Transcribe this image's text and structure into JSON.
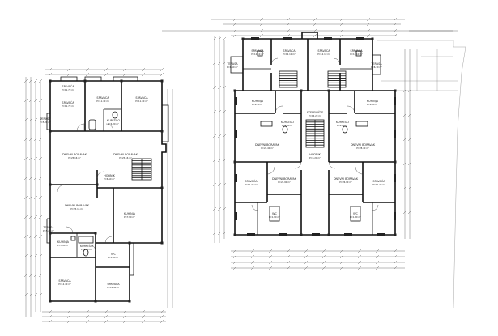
{
  "left_plan": {
    "room_labels": [
      {
        "name": "SPAVAĆA",
        "area": "P=11.70 m²"
      },
      {
        "name": "SPAVAĆA",
        "area": "P=11.70 m²"
      },
      {
        "name": "SPAVAĆA",
        "area": "P=11.70 m²"
      },
      {
        "name": "SPAVAĆA",
        "area": "P=11.70 m²"
      },
      {
        "name": "DNEVNI BORAVAK",
        "area": "P=25.16 m²"
      },
      {
        "name": "DNEVNI BORAVAK",
        "area": "P=25.16 m²"
      },
      {
        "name": "DNEVNI BORAVAK",
        "area": "P=25.16 m²"
      },
      {
        "name": "KUPATILO",
        "area": "P=4.20 m²"
      },
      {
        "name": "KUPATILO",
        "area": "P=4.20 m²"
      },
      {
        "name": "HODNIK",
        "area": "P=6.10 m²"
      },
      {
        "name": "TERASA",
        "area": "P=5.20 m²"
      },
      {
        "name": "TERASA",
        "area": "P=5.20 m²"
      },
      {
        "name": "SPAVAĆA",
        "area": "P=12.40 m²"
      },
      {
        "name": "SPAVAĆA",
        "area": "P=12.40 m²"
      },
      {
        "name": "KUHINJA",
        "area": "P=7.80 m²"
      },
      {
        "name": "KUHINJA",
        "area": "P=7.80 m²"
      },
      {
        "name": "WC",
        "area": "P=1.60 m²"
      }
    ]
  },
  "right_plan": {
    "room_labels": [
      {
        "name": "SPAVAĆA",
        "area": "P=12.10 m²"
      },
      {
        "name": "SPAVAĆA",
        "area": "P=12.10 m²"
      },
      {
        "name": "SPAVAĆA",
        "area": "P=12.10 m²"
      },
      {
        "name": "SPAVAĆA",
        "area": "P=12.10 m²"
      },
      {
        "name": "DNEVNI BORAVAK",
        "area": "P=28.40 m²"
      },
      {
        "name": "DNEVNI BORAVAK",
        "area": "P=28.40 m²"
      },
      {
        "name": "HODNIK",
        "area": "P=8.20 m²"
      },
      {
        "name": "KUPATILO",
        "area": "P=4.60 m²"
      },
      {
        "name": "KUPATILO",
        "area": "P=4.60 m²"
      },
      {
        "name": "KUHINJA",
        "area": "P=9.30 m²"
      },
      {
        "name": "KUHINJA",
        "area": "P=9.30 m²"
      },
      {
        "name": "TERASA",
        "area": "P=6.10 m²"
      },
      {
        "name": "TERASA",
        "area": "P=6.10 m²"
      },
      {
        "name": "SPAVAĆA",
        "area": "P=11.40 m²"
      },
      {
        "name": "SPAVAĆA",
        "area": "P=11.40 m²"
      },
      {
        "name": "DNEVNI BORAVAK",
        "area": "P=26.90 m²"
      },
      {
        "name": "DNEVNI BORAVAK",
        "area": "P=26.90 m²"
      },
      {
        "name": "STEPENIŠTE",
        "area": "P=14.20 m²"
      },
      {
        "name": "WC",
        "area": "P=1.80 m²"
      },
      {
        "name": "WC",
        "area": "P=1.80 m²"
      }
    ]
  }
}
